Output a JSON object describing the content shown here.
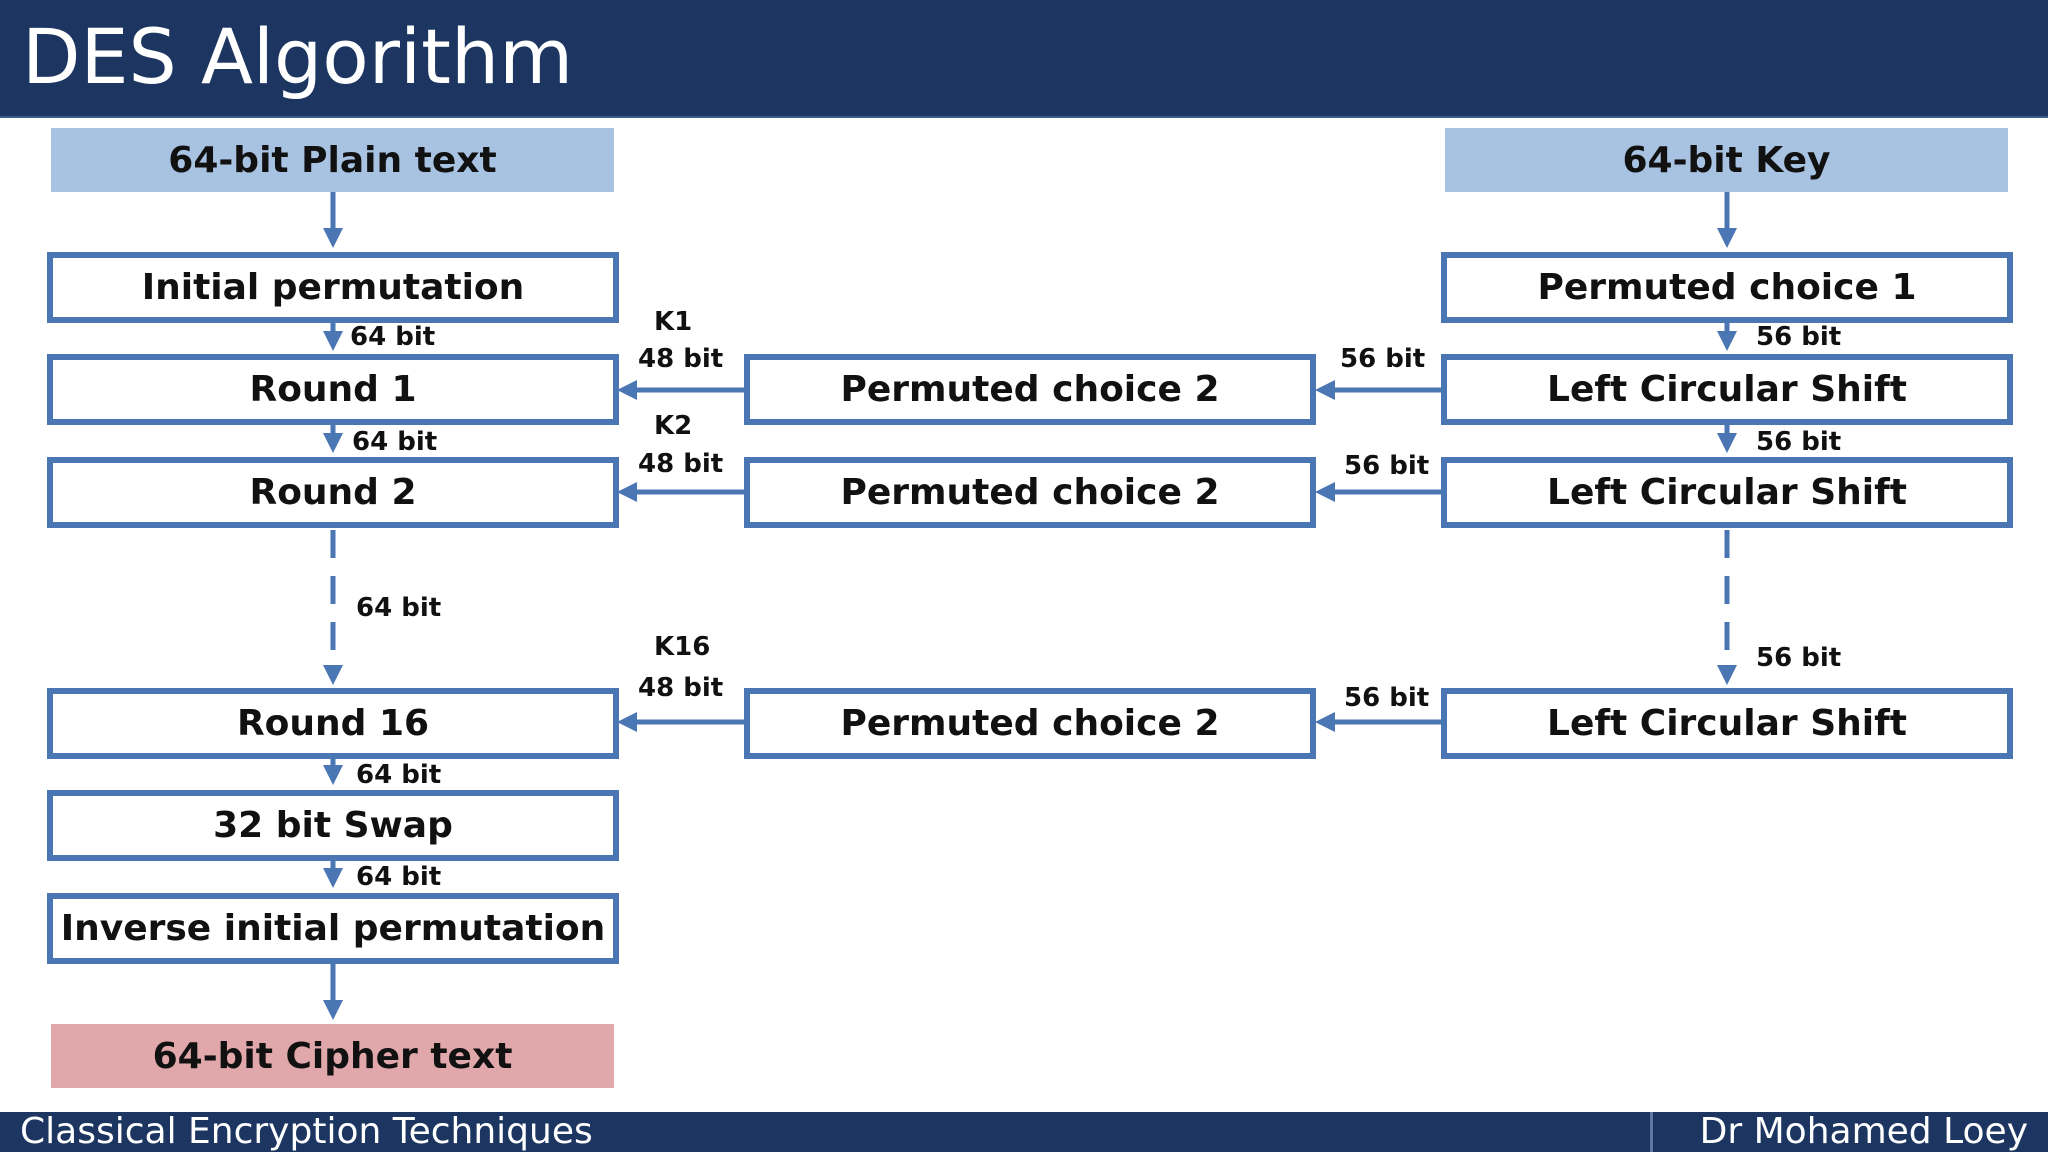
{
  "header": {
    "title": "DES Algorithm"
  },
  "footer": {
    "left": "Classical Encryption Techniques",
    "right": "Dr Mohamed Loey"
  },
  "plaintext_path": {
    "input": "64-bit Plain text",
    "initial_permutation": "Initial permutation",
    "round1": "Round 1",
    "round2": "Round 2",
    "round16": "Round 16",
    "swap": "32 bit Swap",
    "inverse_permutation": "Inverse initial permutation",
    "output": "64-bit Cipher text",
    "link_labels": {
      "ip_to_r1": "64 bit",
      "r1_to_r2": "64 bit",
      "r2_to_r16": "64 bit",
      "r16_to_swap": "64 bit",
      "swap_to_iip": "64 bit"
    }
  },
  "key_path": {
    "input": "64-bit Key",
    "pc1": "Permuted choice 1",
    "shift1": "Left Circular Shift",
    "shift2": "Left Circular Shift",
    "shift16": "Left Circular Shift",
    "pc2_1": "Permuted choice 2",
    "pc2_2": "Permuted choice 2",
    "pc2_16": "Permuted choice 2",
    "link_labels": {
      "pc1_to_shift1": "56 bit",
      "shift1_to_shift2": "56 bit",
      "shift2_to_shift16": "56 bit",
      "shift1_to_pc2": "56 bit",
      "shift2_to_pc2": "56 bit",
      "shift16_to_pc2": "56 bit"
    }
  },
  "subkeys": {
    "k1": "K1",
    "k1_bits": "48 bit",
    "k2": "K2",
    "k2_bits": "48 bit",
    "k16": "K16",
    "k16_bits": "48 bit"
  },
  "colors": {
    "header_bg": "#1c3661",
    "box_border": "#4a76b4",
    "input_fill": "#a8c2e2",
    "output_fill": "#e0a8aa"
  }
}
